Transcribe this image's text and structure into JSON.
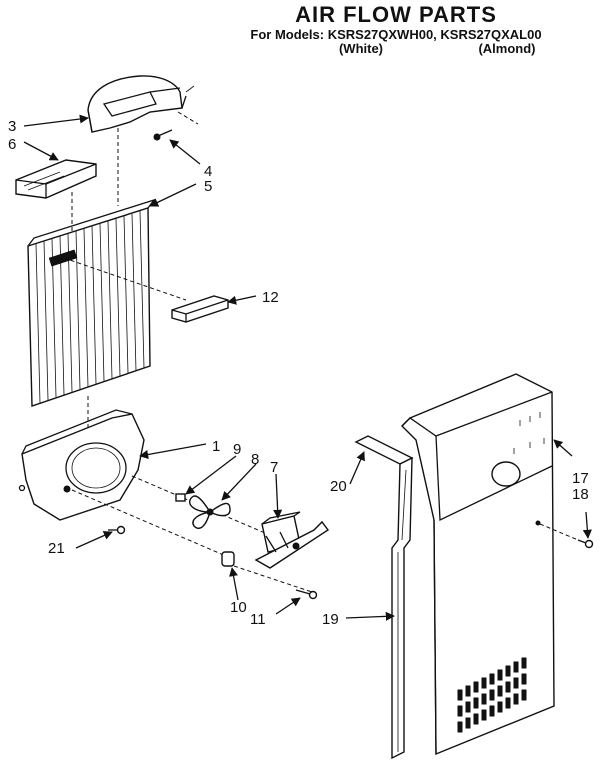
{
  "header": {
    "title": "AIR FLOW PARTS",
    "models_line": "For Models: KSRS27QXWH00, KSRS27QXAL00",
    "white_label": "(White)",
    "almond_label": "(Almond)"
  },
  "callouts": {
    "c1": "1",
    "c3": "3",
    "c4": "4",
    "c5": "5",
    "c6": "6",
    "c7": "7",
    "c8": "8",
    "c9": "9",
    "c10": "10",
    "c11": "11",
    "c12": "12",
    "c17": "17",
    "c18": "18",
    "c19": "19",
    "c20": "20",
    "c21": "21"
  }
}
